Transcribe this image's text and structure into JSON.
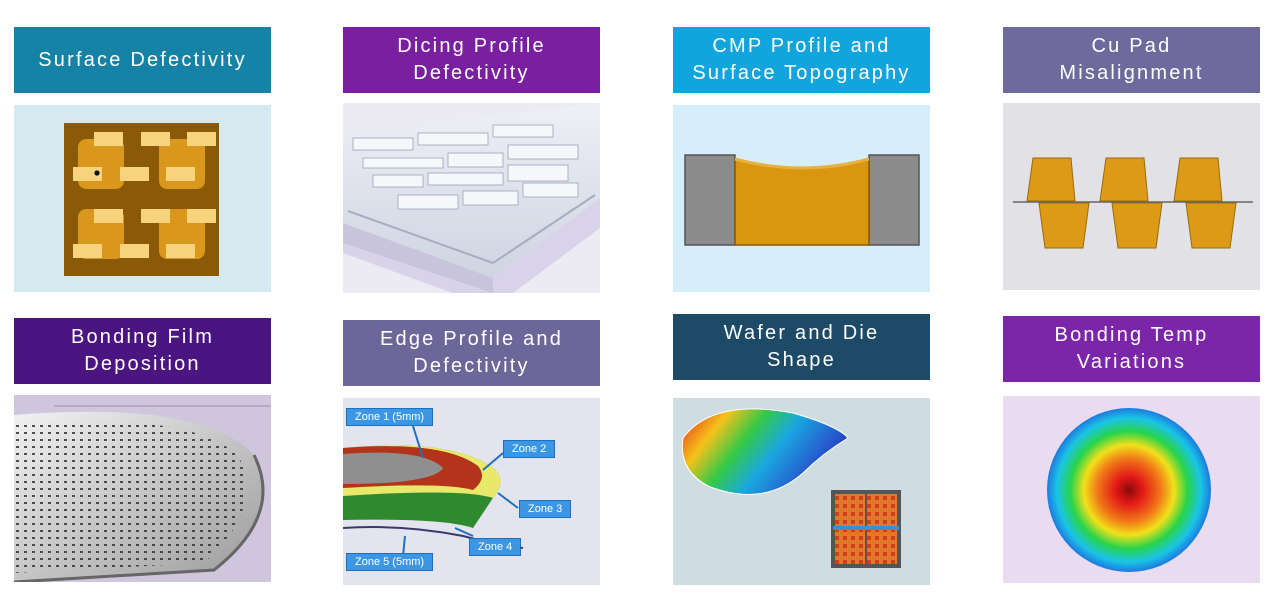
{
  "colors": {
    "teal": "#1683a6",
    "purple": "#7a1fa0",
    "cyan": "#12a4dc",
    "slate": "#6f6a9d",
    "deep_purple": "#4a1580",
    "slate2": "#6c6798",
    "dark_teal": "#1d4a66",
    "violet": "#7b25a8"
  },
  "cards": [
    {
      "lines": [
        "Surface Defectivity"
      ],
      "icon": "die-defect-icon"
    },
    {
      "lines": [
        "Dicing Profile",
        "Defectivity"
      ],
      "icon": "dicing-edge-icon"
    },
    {
      "lines": [
        "CMP Profile and",
        "Surface Topography"
      ],
      "icon": "cmp-dishing-icon"
    },
    {
      "lines": [
        "Cu Pad",
        "Misalignment"
      ],
      "icon": "pad-misalignment-icon"
    },
    {
      "lines": [
        "Bonding Film",
        "Deposition"
      ],
      "icon": "wafer-film-icon"
    },
    {
      "lines": [
        "Edge Profile and",
        "Defectivity"
      ],
      "icon": "edge-zones-icon"
    },
    {
      "lines": [
        "Wafer and Die",
        "Shape"
      ],
      "icon": "wafer-warp-icon"
    },
    {
      "lines": [
        "Bonding Temp",
        "Variations"
      ],
      "icon": "temperature-map-icon"
    }
  ],
  "zones": [
    "Zone 1 (5mm)",
    "Zone 2",
    "Zone 3",
    "Zone 4",
    "Zone 5 (5mm)"
  ]
}
